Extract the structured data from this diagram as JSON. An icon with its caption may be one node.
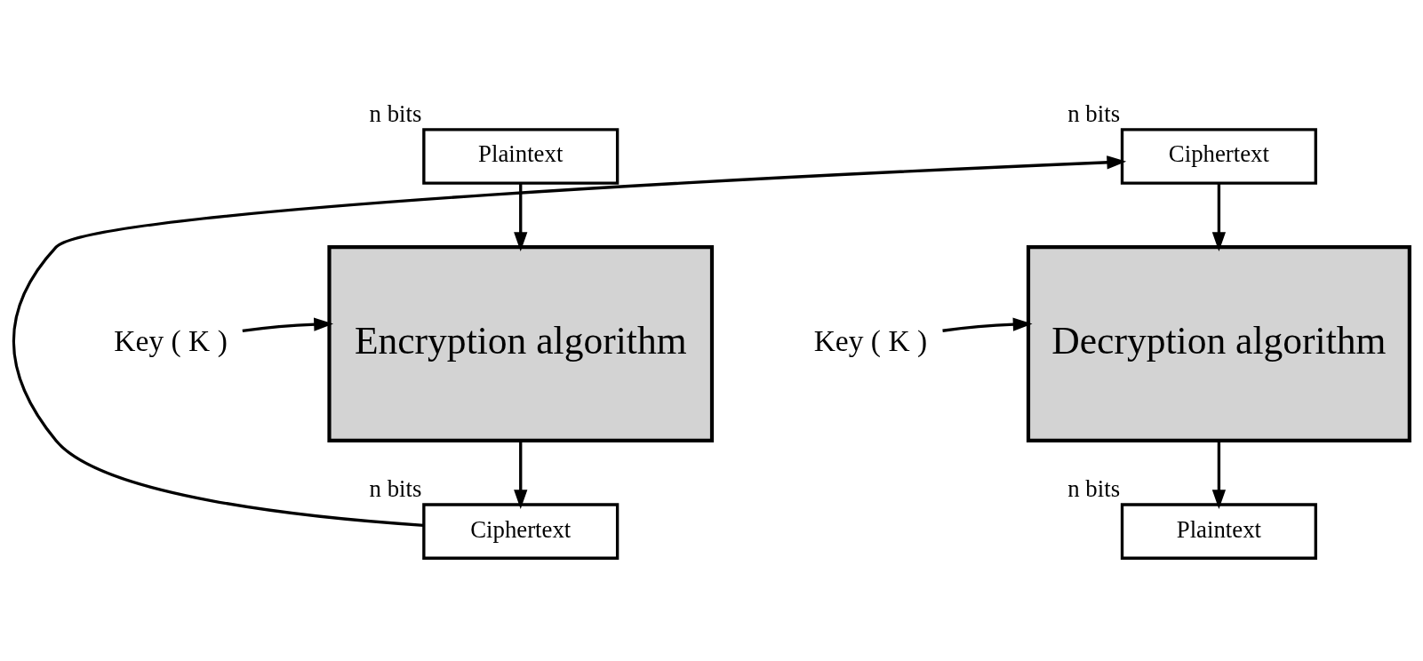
{
  "diagram": {
    "nodes": [
      {
        "text": [
          "Plaintext"
        ],
        "beside": [
          "n bits"
        ]
      },
      {
        "text": [
          "Encryption algorithm"
        ]
      },
      {
        "text": [
          "Ciphertext"
        ],
        "beside": [
          "n bits"
        ]
      },
      {
        "text": [
          "Key ( K )"
        ]
      },
      {
        "text": [
          "Ciphertext"
        ],
        "beside": [
          "n bits"
        ]
      },
      {
        "text": [
          "Decryption algorithm"
        ]
      },
      {
        "text": [
          "Plaintext"
        ],
        "beside": [
          "n bits"
        ]
      },
      {
        "text": [
          "Key ( K )"
        ]
      }
    ],
    "edges": [
      {
        "from": 0,
        "to": 1,
        "arrow": "to"
      },
      {
        "from": 3,
        "to": 1,
        "arrow": "to"
      },
      {
        "from": 1,
        "to": 2,
        "arrow": "to"
      },
      {
        "from": 2,
        "to": 4,
        "arrow": "to"
      },
      {
        "from": 4,
        "to": 5,
        "arrow": "to"
      },
      {
        "from": 7,
        "to": 5,
        "arrow": "to"
      },
      {
        "from": 5,
        "to": 6,
        "arrow": "to"
      }
    ]
  }
}
